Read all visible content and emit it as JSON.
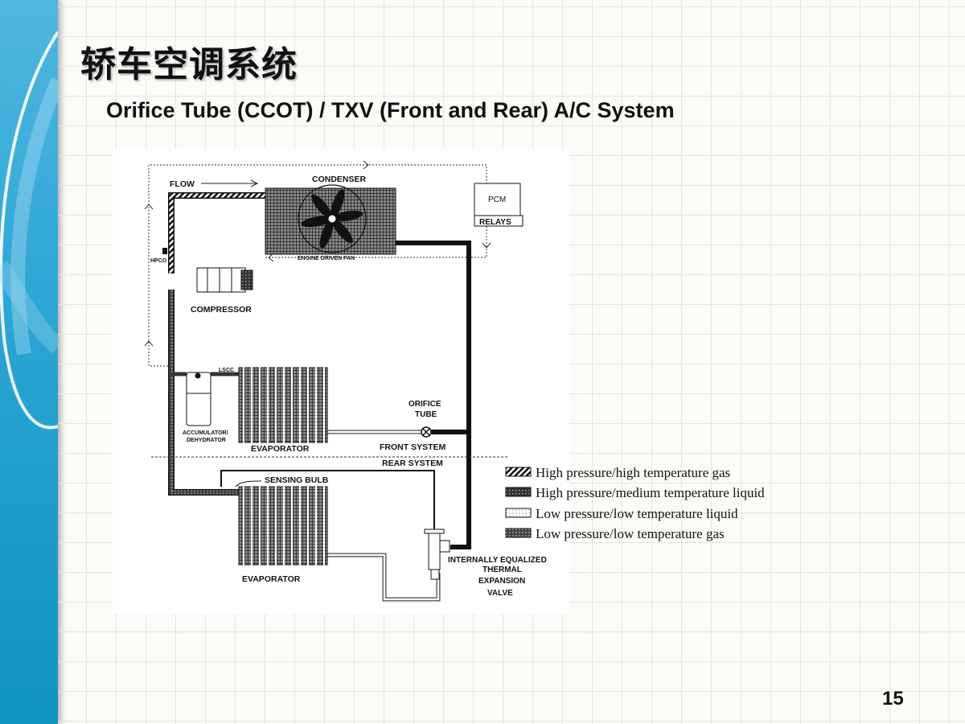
{
  "slide": {
    "title": "轿车空调系统",
    "subtitle": "Orifice Tube (CCOT) / TXV (Front and Rear) A/C System",
    "page_number": "15"
  },
  "diagram": {
    "labels": {
      "flow": "FLOW",
      "condenser": "CONDENSER",
      "engine_fan": "ENGINE DRIVEN FAN",
      "pcm": "PCM",
      "relays": "RELAYS",
      "hpco": "HPCO",
      "compressor": "COMPRESSOR",
      "lscc": "LSCC",
      "accumulator_1": "ACCUMULATOR/",
      "accumulator_2": "DEHYDRATOR",
      "evaporator_front": "EVAPORATOR",
      "orifice_1": "ORIFICE",
      "orifice_2": "TUBE",
      "front_system": "FRONT SYSTEM",
      "rear_system": "REAR SYSTEM",
      "sensing_bulb": "SENSING BULB",
      "evaporator_rear": "EVAPORATOR",
      "txv_1": "INTERNALLY EQUALIZED",
      "txv_2": "THERMAL",
      "txv_3": "EXPANSION",
      "txv_4": "VALVE"
    },
    "legend": [
      {
        "label": "High pressure/high temperature gas",
        "pattern": "diagonal-hatch"
      },
      {
        "label": "High pressure/medium temperature liquid",
        "pattern": "dense-crosshatch"
      },
      {
        "label": "Low pressure/low temperature liquid",
        "pattern": "light-dots"
      },
      {
        "label": "Low pressure/low temperature gas",
        "pattern": "dark-dots"
      }
    ]
  }
}
